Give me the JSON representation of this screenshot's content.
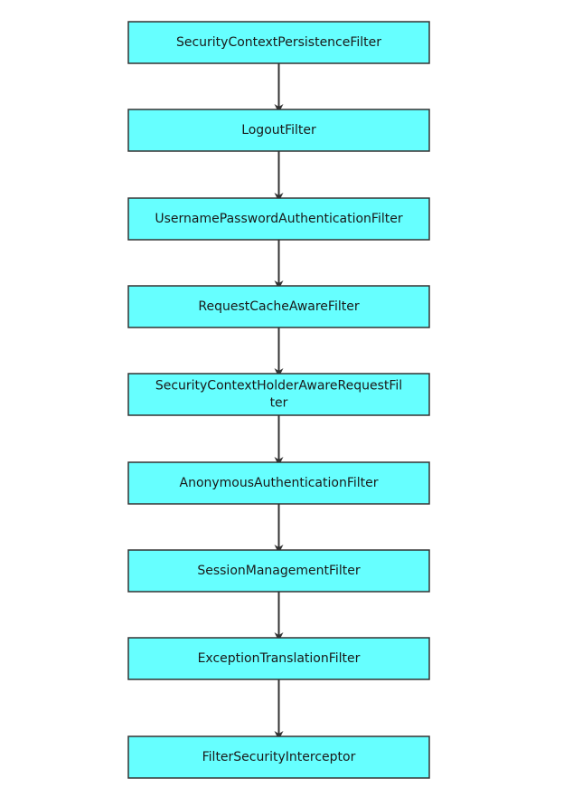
{
  "diagram": {
    "type": "flowchart",
    "direction": "top-to-bottom",
    "colors": {
      "node_fill": "#66ffff",
      "node_stroke": "#333333",
      "arrow": "#333333",
      "text": "#1a1a1a",
      "background": "#ffffff"
    },
    "nodes": [
      {
        "id": "security-context-persistence-filter",
        "lines": [
          "SecurityContextPersistenceFilter"
        ]
      },
      {
        "id": "logout-filter",
        "lines": [
          "LogoutFilter"
        ]
      },
      {
        "id": "username-password-authentication-filter",
        "lines": [
          "UsernamePasswordAuthenticationFilter"
        ]
      },
      {
        "id": "request-cache-aware-filter",
        "lines": [
          "RequestCacheAwareFilter"
        ]
      },
      {
        "id": "security-context-holder-aware-request-filter",
        "lines": [
          "SecurityContextHolderAwareRequestFil",
          "ter"
        ]
      },
      {
        "id": "anonymous-authentication-filter",
        "lines": [
          "AnonymousAuthenticationFilter"
        ]
      },
      {
        "id": "session-management-filter",
        "lines": [
          "SessionManagementFilter"
        ]
      },
      {
        "id": "exception-translation-filter",
        "lines": [
          "ExceptionTranslationFilter"
        ]
      },
      {
        "id": "filter-security-interceptor",
        "lines": [
          "FilterSecurityInterceptor"
        ]
      }
    ],
    "edges": [
      {
        "from": "security-context-persistence-filter",
        "to": "logout-filter"
      },
      {
        "from": "logout-filter",
        "to": "username-password-authentication-filter"
      },
      {
        "from": "username-password-authentication-filter",
        "to": "request-cache-aware-filter"
      },
      {
        "from": "request-cache-aware-filter",
        "to": "security-context-holder-aware-request-filter"
      },
      {
        "from": "security-context-holder-aware-request-filter",
        "to": "anonymous-authentication-filter"
      },
      {
        "from": "anonymous-authentication-filter",
        "to": "session-management-filter"
      },
      {
        "from": "session-management-filter",
        "to": "exception-translation-filter"
      },
      {
        "from": "exception-translation-filter",
        "to": "filter-security-interceptor"
      }
    ]
  }
}
